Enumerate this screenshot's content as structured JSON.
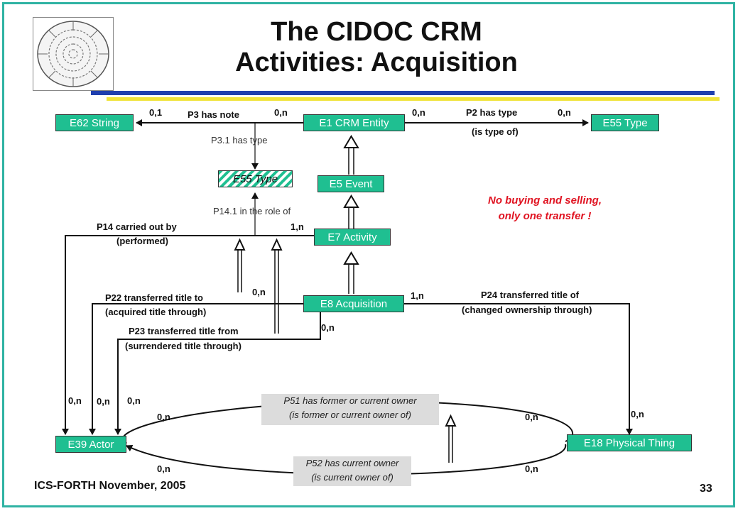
{
  "title_line1": "The CIDOC CRM",
  "title_line2": "Activities: Acquisition",
  "footer": "ICS-FORTH November, 2005",
  "page_number": "33",
  "note_line1": "No buying and selling,",
  "note_line2": "only one transfer !",
  "colors": {
    "frame": "#2fb3a3",
    "entity_box": "#1fbf91",
    "note": "#e01422",
    "rule_blue": "#1f3fae",
    "rule_yellow": "#f0e33a"
  },
  "entities": {
    "e62": "E62 String",
    "e1": "E1 CRM Entity",
    "e55": "E55 Type",
    "e55_property_type": "E55 Type",
    "e5": "E5 Event",
    "e7": "E7 Activity",
    "e8": "E8 Acquisition",
    "e39": "E39 Actor",
    "e18": "E18 Physical Thing"
  },
  "properties": {
    "p3": "P3 has note",
    "p3_1": "P3.1 has type",
    "p2": "P2 has type",
    "p2_inverse": "(is type of)",
    "p14_1": "P14.1 in the role of",
    "p14": "P14 carried out by",
    "p14_inverse": "(performed)",
    "p22": "P22 transferred title to",
    "p22_inverse": "(acquired title through)",
    "p23": "P23 transferred title from",
    "p23_inverse": "(surrendered title through)",
    "p24": "P24 transferred title of",
    "p24_inverse": "(changed ownership through)",
    "p51": "P51 has former or current owner",
    "p51_inverse": "(is former or current owner of)",
    "p52": "P52 has current owner",
    "p52_inverse": "(is current owner of)"
  },
  "cardinalities": {
    "p3_string": "0,1",
    "p3_entity": "0,n",
    "p2_entity": "0,n",
    "p2_type": "0,n",
    "p14_activity": "1,n",
    "p22_acquisition": "0,n",
    "p24_acquisition": "1,n",
    "p23_acquisition": "0,n",
    "actor_p14": "0,n",
    "actor_p22": "0,n",
    "actor_p23": "0,n",
    "p51_actor": "0,n",
    "p51_thing": "0,n",
    "p52_actor": "0,n",
    "p52_thing": "0,n",
    "p24_thing": "0,n"
  }
}
